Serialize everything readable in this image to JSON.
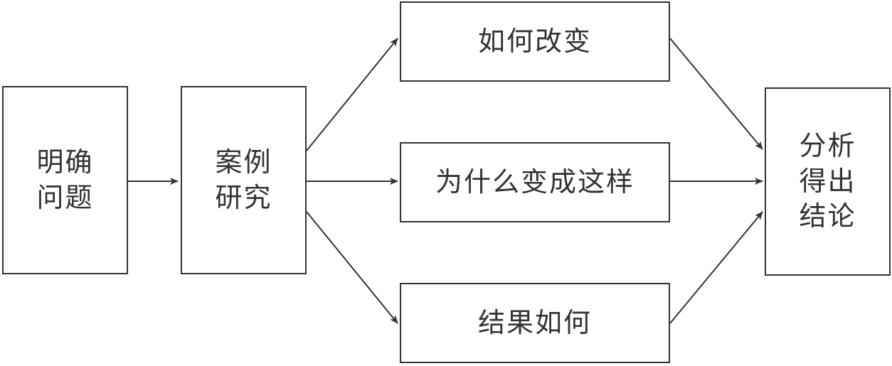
{
  "nodes": {
    "define": {
      "lines": [
        "明确",
        "问题"
      ]
    },
    "case": {
      "lines": [
        "案例",
        "研究"
      ]
    },
    "how": {
      "text": "如何改变"
    },
    "why": {
      "text": "为什么变成这样"
    },
    "result": {
      "text": "结果如何"
    },
    "conclusion": {
      "lines": [
        "分析",
        "得出",
        "结论"
      ]
    }
  },
  "colors": {
    "stroke": "#333333",
    "text": "#333333",
    "background": "#ffffff"
  }
}
